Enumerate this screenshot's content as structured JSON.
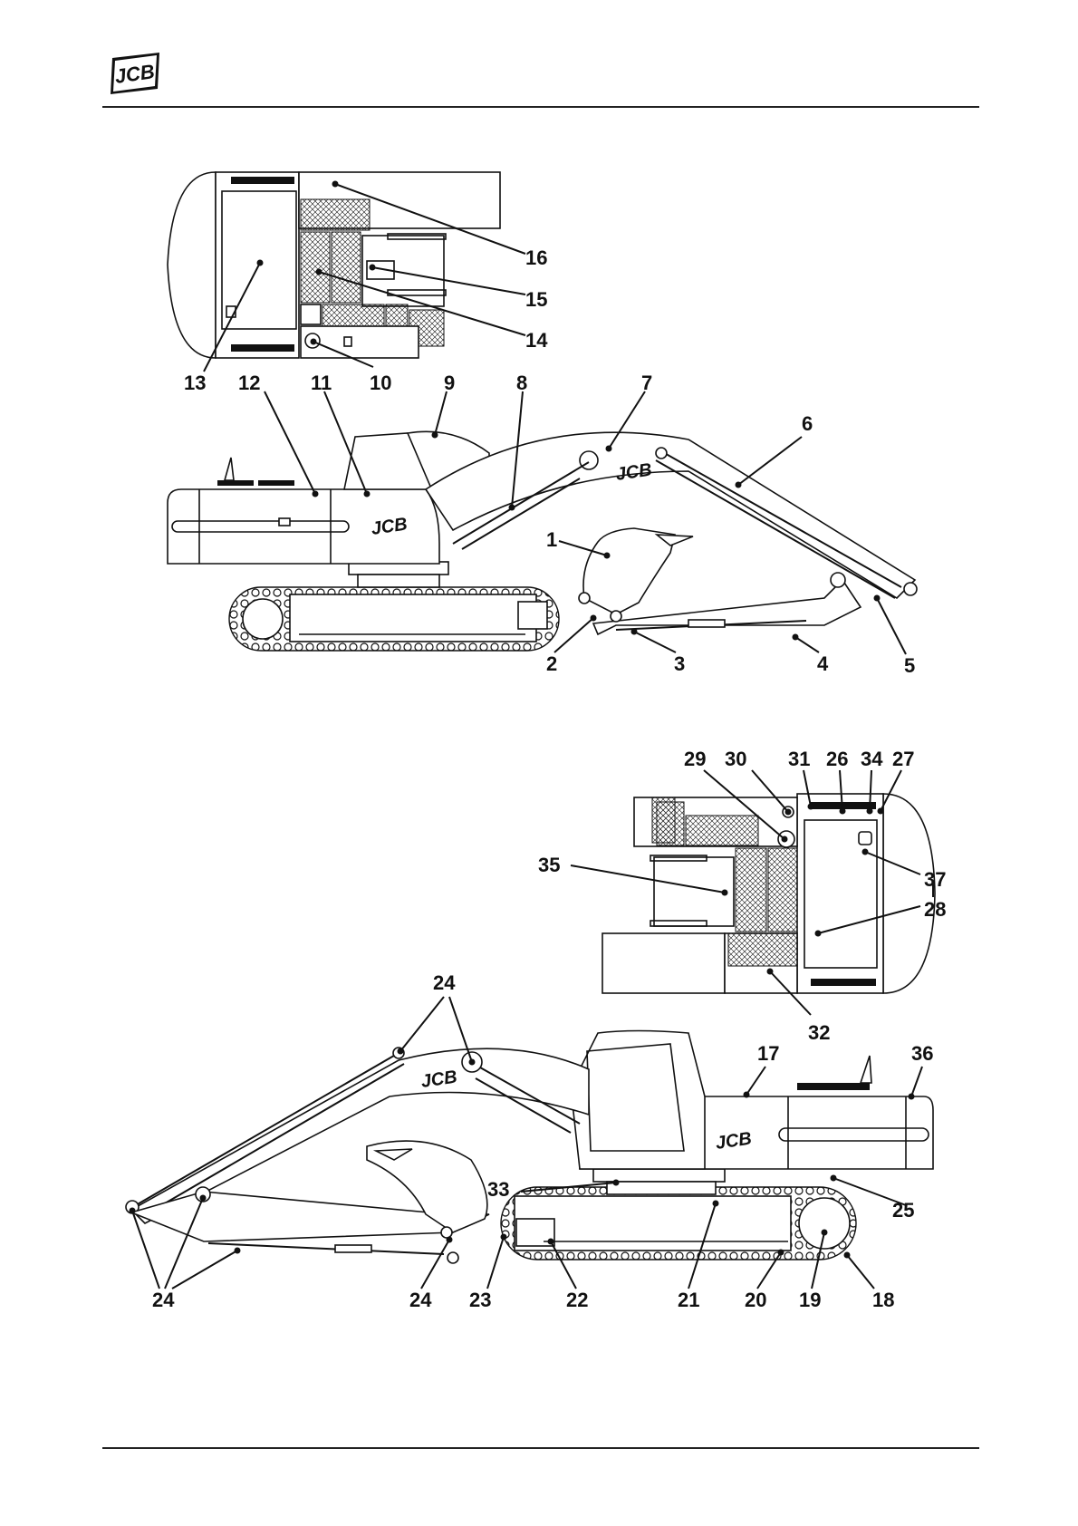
{
  "header": {
    "logo_text": "JCB"
  },
  "machine": {
    "brand_text": "JCB"
  },
  "top_view_labels": [
    "16",
    "15",
    "14",
    "13",
    "12",
    "11",
    "10",
    "9",
    "8",
    "7",
    "6",
    "1",
    "2",
    "3",
    "4",
    "5"
  ],
  "bottom_view_labels": [
    "29",
    "30",
    "31",
    "26",
    "34",
    "27",
    "35",
    "37",
    "28",
    "32",
    "24",
    "24",
    "17",
    "36",
    "33",
    "25",
    "24",
    "24",
    "23",
    "22",
    "21",
    "20",
    "19",
    "18"
  ],
  "callouts": {
    "c1": "1",
    "c2": "2",
    "c3": "3",
    "c4": "4",
    "c5": "5",
    "c6": "6",
    "c7": "7",
    "c8": "8",
    "c9": "9",
    "c10": "10",
    "c11": "11",
    "c12": "12",
    "c13": "13",
    "c14": "14",
    "c15": "15",
    "c16": "16",
    "c17": "17",
    "c18": "18",
    "c19": "19",
    "c20": "20",
    "c21": "21",
    "c22": "22",
    "c23": "23",
    "c24a": "24",
    "c24b": "24",
    "c24c": "24",
    "c24d": "24",
    "c25": "25",
    "c26": "26",
    "c27": "27",
    "c28": "28",
    "c29": "29",
    "c30": "30",
    "c31": "31",
    "c32": "32",
    "c33": "33",
    "c34": "34",
    "c35": "35",
    "c36": "36",
    "c37": "37"
  },
  "colors": {
    "ink": "#111111",
    "paper": "#ffffff"
  }
}
